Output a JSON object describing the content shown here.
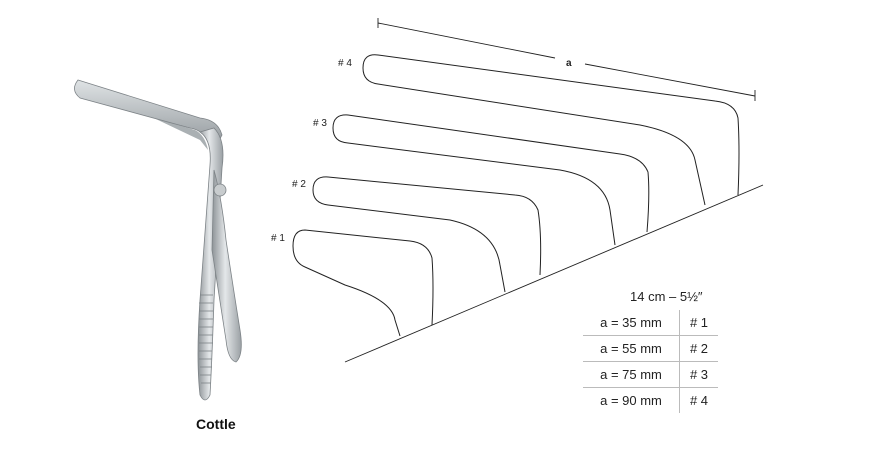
{
  "product": {
    "name": "Cottle",
    "size": "14 cm – 5½″"
  },
  "dimension_label": "a",
  "profiles": [
    "# 1",
    "# 2",
    "# 3",
    "# 4"
  ],
  "sizes_table": [
    {
      "length": "a = 35 mm",
      "number": "# 1"
    },
    {
      "length": "a = 55 mm",
      "number": "# 2"
    },
    {
      "length": "a = 75 mm",
      "number": "# 3"
    },
    {
      "length": "a = 90 mm",
      "number": "# 4"
    }
  ]
}
